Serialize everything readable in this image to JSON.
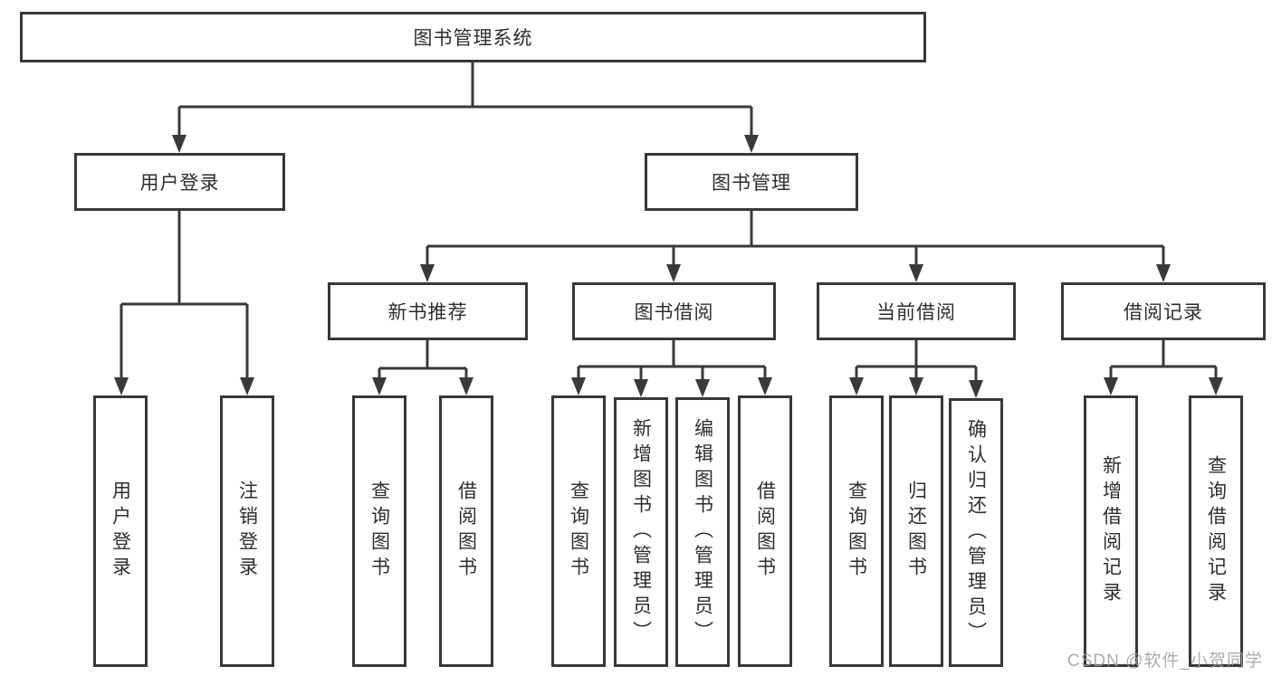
{
  "tree": {
    "root": {
      "label": "图书管理系统"
    },
    "children": [
      {
        "label": "用户登录",
        "children": [
          {
            "label": "用户登录"
          },
          {
            "label": "注销登录"
          }
        ]
      },
      {
        "label": "图书管理",
        "children": [
          {
            "label": "新书推荐",
            "children": [
              {
                "label": "查询图书"
              },
              {
                "label": "借阅图书"
              }
            ]
          },
          {
            "label": "图书借阅",
            "children": [
              {
                "label": "查询图书"
              },
              {
                "label": "新增图书（管理员）"
              },
              {
                "label": "编辑图书（管理员）"
              },
              {
                "label": "借阅图书"
              }
            ]
          },
          {
            "label": "当前借阅",
            "children": [
              {
                "label": "查询图书"
              },
              {
                "label": "归还图书"
              },
              {
                "label": "确认归还（管理员）"
              }
            ]
          },
          {
            "label": "借阅记录",
            "children": [
              {
                "label": "新增借阅记录"
              },
              {
                "label": "查询借阅记录"
              }
            ]
          }
        ]
      }
    ]
  },
  "watermark": "CSDN @软件_小贺同学",
  "colors": {
    "line": "#3a3a3a",
    "text": "#2e2e2e",
    "watermark": "#9f9f9f"
  }
}
